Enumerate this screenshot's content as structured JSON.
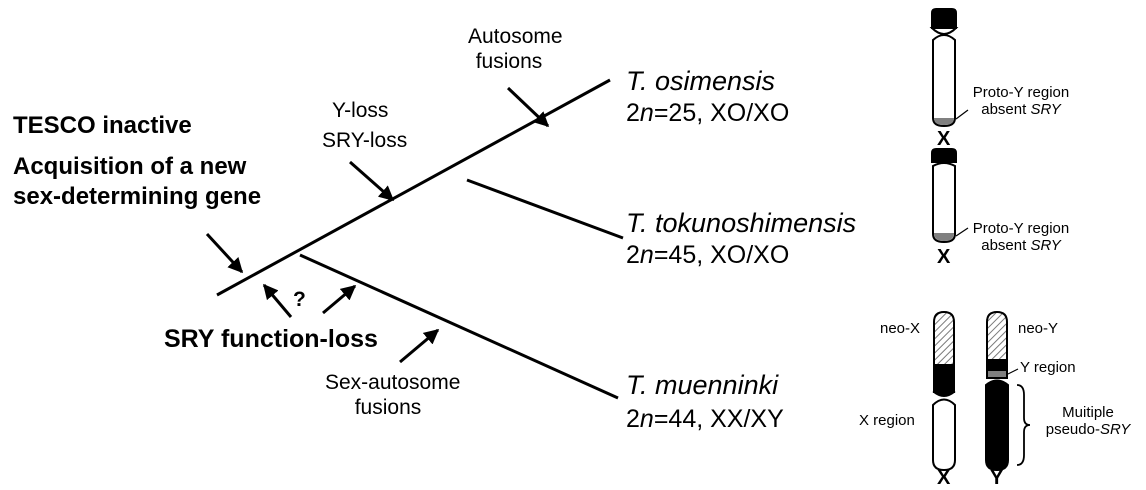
{
  "labels": {
    "autosome_fusions": [
      "Autosome",
      "fusions"
    ],
    "y_loss": "Y-loss",
    "sry_loss": "SRY-loss",
    "tesco_inactive": "TESCO inactive",
    "acquisition": [
      "Acquisition of a new",
      "sex-determining gene"
    ],
    "sry_function_loss": "SRY function-loss",
    "question_mark": "?",
    "sex_autosome_fusions": [
      "Sex-autosome",
      "fusions"
    ]
  },
  "species": [
    {
      "name": "T. osimensis",
      "karyotype_prefix": "2",
      "karyotype_n": "n",
      "karyotype_rest": "=25, XO/XO"
    },
    {
      "name": "T. tokunoshimensis",
      "karyotype_prefix": "2",
      "karyotype_n": "n",
      "karyotype_rest": "=45, XO/XO"
    },
    {
      "name": "T. muenninki",
      "karyotype_prefix": "2",
      "karyotype_n": "n",
      "karyotype_rest": "=44, XX/XY"
    }
  ],
  "chromosomes": {
    "osimensis": {
      "region_label": "Proto-Y region",
      "absent_label": "absent ",
      "gene": "SRY",
      "letter": "X"
    },
    "tokunoshimensis": {
      "region_label": "Proto-Y region",
      "absent_label": "absent ",
      "gene": "SRY",
      "letter": "X"
    },
    "muenninki": {
      "neo_x": "neo-X",
      "neo_y": "neo-Y",
      "y_region": "Y region",
      "x_region": "X region",
      "multiple": "Muitiple",
      "pseudo_prefix": "pseudo-",
      "gene": "SRY",
      "letter_x": "X",
      "letter_y": "Y"
    }
  },
  "colors": {
    "line": "#000000",
    "gray": "#808080",
    "hatch": "#888888"
  }
}
